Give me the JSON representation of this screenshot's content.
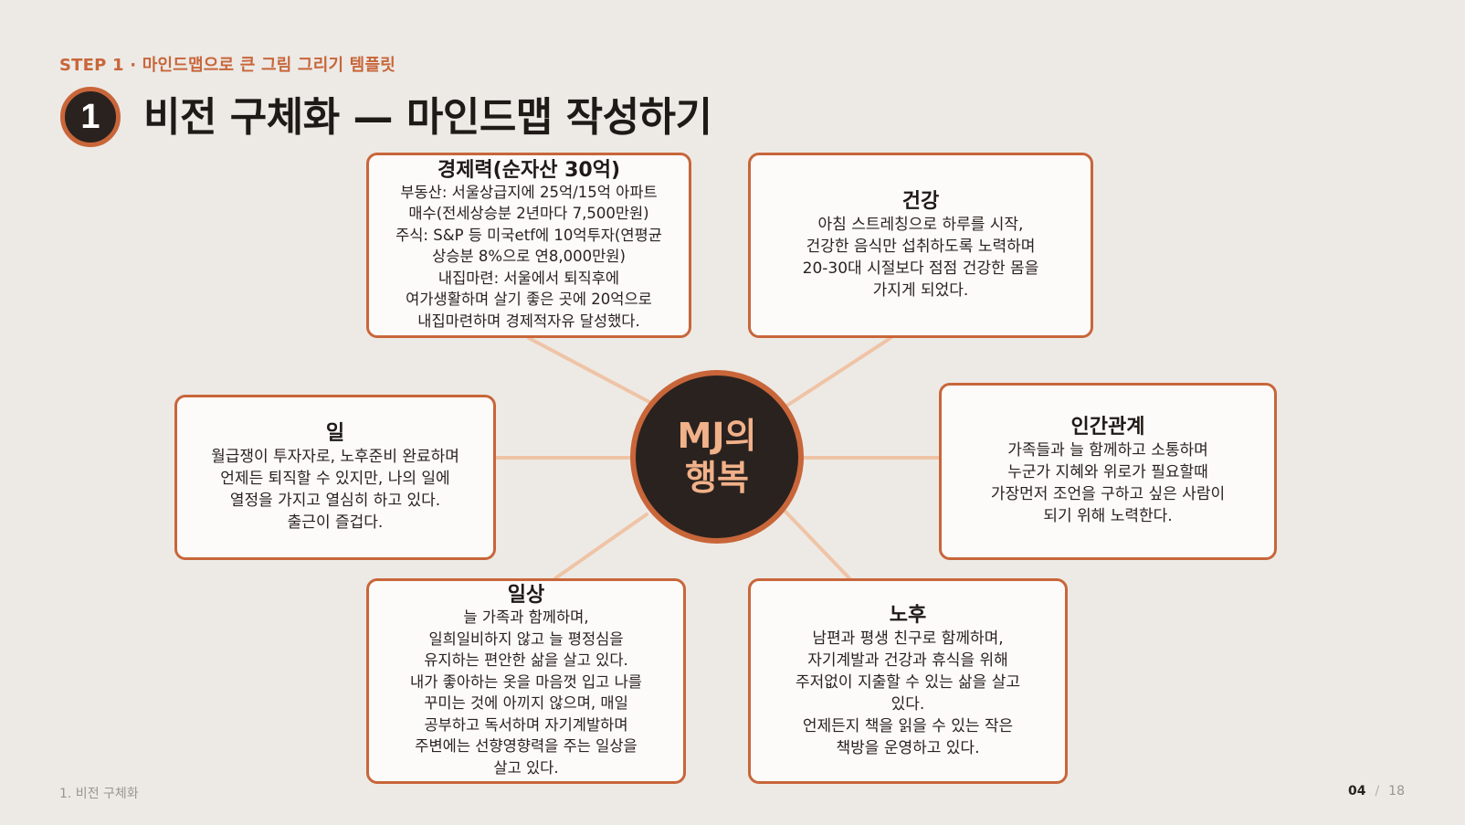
{
  "header": {
    "step_label": "STEP 1 · 마인드맵으로 큰 그림 그리기 템플릿",
    "number": "1",
    "title": "비전 구체화 — 마인드맵 작성하기"
  },
  "colors": {
    "accent": "#c8663a",
    "connector": "#efc4a6",
    "center_fill": "#2a221f",
    "center_text": "#f1b189",
    "background": "#edeae6",
    "box_fill": "#fcfbf9"
  },
  "center": {
    "lines": [
      "MJ의",
      "행복"
    ]
  },
  "nodes": {
    "finance": {
      "title": "경제력(순자산 30억)",
      "lines": [
        "부동산: 서울상급지에 25억/15억 아파트",
        "매수(전세상승분 2년마다 7,500만원)",
        "주식: S&P 등 미국etf에 10억투자(연평균",
        "상승분 8%으로 연8,000만원)",
        "내집마련: 서울에서 퇴직후에",
        "여가생활하며 살기 좋은 곳에 20억으로",
        "내집마련하며 경제적자유 달성했다."
      ]
    },
    "health": {
      "title": "건강",
      "lines": [
        "아침 스트레칭으로 하루를 시작,",
        "건강한 음식만 섭취하도록 노력하며",
        "20-30대 시절보다 점점 건강한 몸을",
        "가지게 되었다."
      ]
    },
    "work": {
      "title": "일",
      "lines": [
        "월급쟁이 투자자로, 노후준비 완료하며",
        "언제든 퇴직할 수 있지만, 나의 일에",
        "열정을 가지고 열심히 하고 있다.",
        "출근이 즐겁다."
      ]
    },
    "relations": {
      "title": "인간관계",
      "lines": [
        "가족들과 늘 함께하고 소통하며",
        "누군가 지혜와 위로가 필요할때",
        "가장먼저 조언을 구하고 싶은 사람이",
        "되기 위해 노력한다."
      ]
    },
    "daily": {
      "title": "일상",
      "lines": [
        "늘 가족과 함께하며,",
        "일희일비하지 않고 늘 평정심을",
        "유지하는 편안한 삶을 살고 있다.",
        "내가 좋아하는 옷을 마음껏 입고 나를",
        "꾸미는 것에 아끼지 않으며, 매일",
        "공부하고 독서하며 자기계발하며",
        "주변에는 선향영향력을 주는 일상을",
        "살고 있다."
      ]
    },
    "retire": {
      "title": "노후",
      "lines": [
        "남편과 평생 친구로 함께하며,",
        "자기계발과 건강과 휴식을 위해",
        "주저없이 지출할 수 있는 삶을 살고",
        "있다.",
        "언제든지 책을 읽을 수 있는 작은",
        "책방을 운영하고 있다."
      ]
    }
  },
  "footer": {
    "section": "1. 비전 구체화",
    "page_current": "04",
    "page_separator": "/",
    "page_total": "18"
  }
}
